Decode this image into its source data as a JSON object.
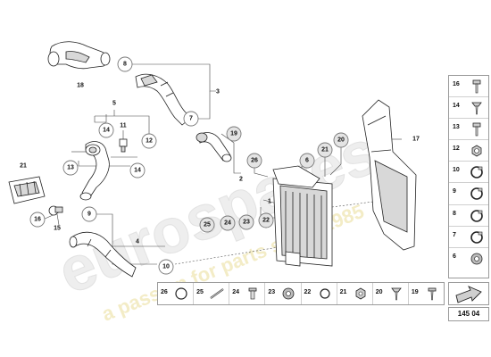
{
  "diagram_number": "145 04",
  "watermark": {
    "brand": "eurospares",
    "tagline": "a passion for parts since 1985"
  },
  "callouts": [
    {
      "id": "c8",
      "label": "8"
    },
    {
      "id": "c7",
      "label": "7"
    },
    {
      "id": "c14a",
      "label": "14"
    },
    {
      "id": "c12",
      "label": "12"
    },
    {
      "id": "c13",
      "label": "13"
    },
    {
      "id": "c14b",
      "label": "14"
    },
    {
      "id": "c16",
      "label": "16"
    },
    {
      "id": "c9",
      "label": "9"
    },
    {
      "id": "c10",
      "label": "10"
    },
    {
      "id": "c19",
      "label": "19"
    },
    {
      "id": "c26",
      "label": "26"
    },
    {
      "id": "c6",
      "label": "6"
    },
    {
      "id": "c21",
      "label": "21"
    },
    {
      "id": "c20",
      "label": "20"
    },
    {
      "id": "c25",
      "label": "25"
    },
    {
      "id": "c24",
      "label": "24"
    },
    {
      "id": "c23",
      "label": "23"
    },
    {
      "id": "c22",
      "label": "22"
    }
  ],
  "plain_labels": [
    {
      "id": "l18",
      "label": "18"
    },
    {
      "id": "l3",
      "label": "3"
    },
    {
      "id": "l5",
      "label": "5"
    },
    {
      "id": "l11",
      "label": "11"
    },
    {
      "id": "l21",
      "label": "21"
    },
    {
      "id": "l15",
      "label": "15"
    },
    {
      "id": "l4",
      "label": "4"
    },
    {
      "id": "l2",
      "label": "2"
    },
    {
      "id": "l1",
      "label": "1"
    },
    {
      "id": "l17",
      "label": "17"
    }
  ],
  "side_legend": [
    {
      "label": "16",
      "icon": "torx-bolt-icon"
    },
    {
      "label": "14",
      "icon": "screw-icon"
    },
    {
      "label": "13",
      "icon": "bolt-icon"
    },
    {
      "label": "12",
      "icon": "nut-icon"
    },
    {
      "label": "10",
      "icon": "hose-clamp-icon"
    },
    {
      "label": "9",
      "icon": "hose-clamp-icon"
    },
    {
      "label": "8",
      "icon": "hose-clamp-icon"
    },
    {
      "label": "7",
      "icon": "hose-clamp-icon"
    },
    {
      "label": "6",
      "icon": "grommet-icon"
    }
  ],
  "bottom_legend": [
    {
      "label": "26",
      "icon": "o-ring-icon"
    },
    {
      "label": "25",
      "icon": "pin-icon"
    },
    {
      "label": "24",
      "icon": "bushing-icon"
    },
    {
      "label": "23",
      "icon": "grommet-icon"
    },
    {
      "label": "22",
      "icon": "o-ring-icon"
    },
    {
      "label": "21",
      "icon": "nut-icon"
    },
    {
      "label": "20",
      "icon": "screw-icon"
    },
    {
      "label": "19",
      "icon": "screw-icon"
    }
  ],
  "nav_icon": "next-arrow-icon"
}
